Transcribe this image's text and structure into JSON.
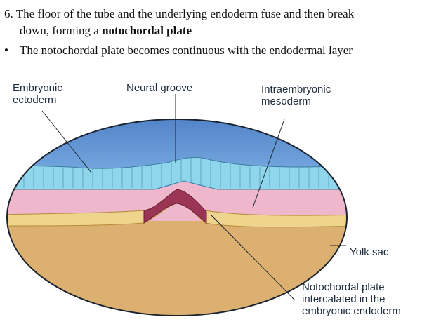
{
  "slide": {
    "point6_line1": "6. The floor of the tube and the underlying endoderm fuse and then break",
    "point6_line2_prefix": "down, forming a ",
    "point6_emphasis": "notochordal plate",
    "bullet_symbol": "•",
    "bullet_text": "The notochordal plate becomes continuous with the endodermal layer"
  },
  "diagram": {
    "labels": {
      "embryonic_ectoderm": [
        "Embryonic",
        "ectoderm"
      ],
      "neural_groove": "Neural groove",
      "intraembryonic_mesoderm": [
        "Intraembryonic",
        "mesoderm"
      ],
      "yolk_sac": "Yolk sac",
      "notochordal_plate": [
        "Notochordal plate",
        "intercalated in the",
        "embryonic endoderm"
      ]
    },
    "colors": {
      "amniotic_cavity": "#5a8fd2",
      "ectoderm": "#8fd6ec",
      "mesoderm": "#efb7cb",
      "endoderm": "#efd48e",
      "yolk_sac": "#dcb070",
      "notochordal_plate": "#9b3556",
      "outline": "#1a2430"
    }
  }
}
